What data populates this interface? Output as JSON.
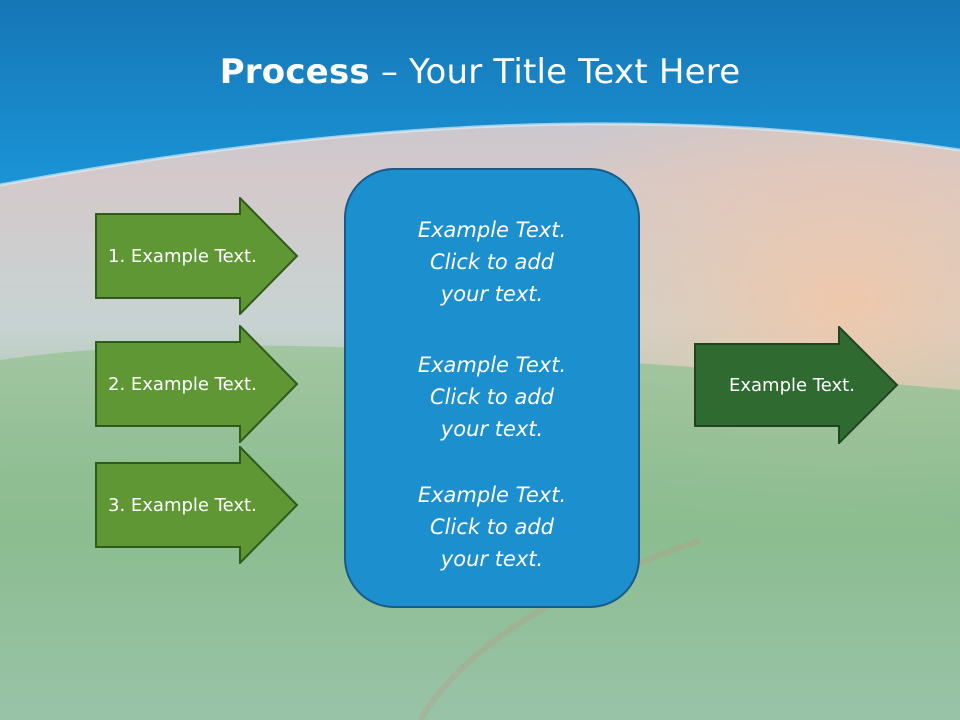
{
  "slide": {
    "title_bold": "Process",
    "title_rest": " – Your Title Text Here"
  },
  "left_arrows": [
    {
      "label": "1. Example Text."
    },
    {
      "label": "2. Example Text."
    },
    {
      "label": "3. Example Text."
    }
  ],
  "center_box": {
    "blocks": [
      {
        "line1": "Example Text.",
        "line2": "Click  to add",
        "line3": "your text."
      },
      {
        "line1": "Example Text.",
        "line2": "Click  to add",
        "line3": "your text."
      },
      {
        "line1": "Example Text.",
        "line2": "Click  to add",
        "line3": "your text."
      }
    ]
  },
  "right_arrow": {
    "label": "Example Text."
  },
  "colors": {
    "header_blue": "#1a82c4",
    "left_arrow_fill": "#5f9735",
    "left_arrow_border": "#2f5a1a",
    "right_arrow_fill": "#2f6a30",
    "center_box_fill": "#1c8fcf"
  }
}
